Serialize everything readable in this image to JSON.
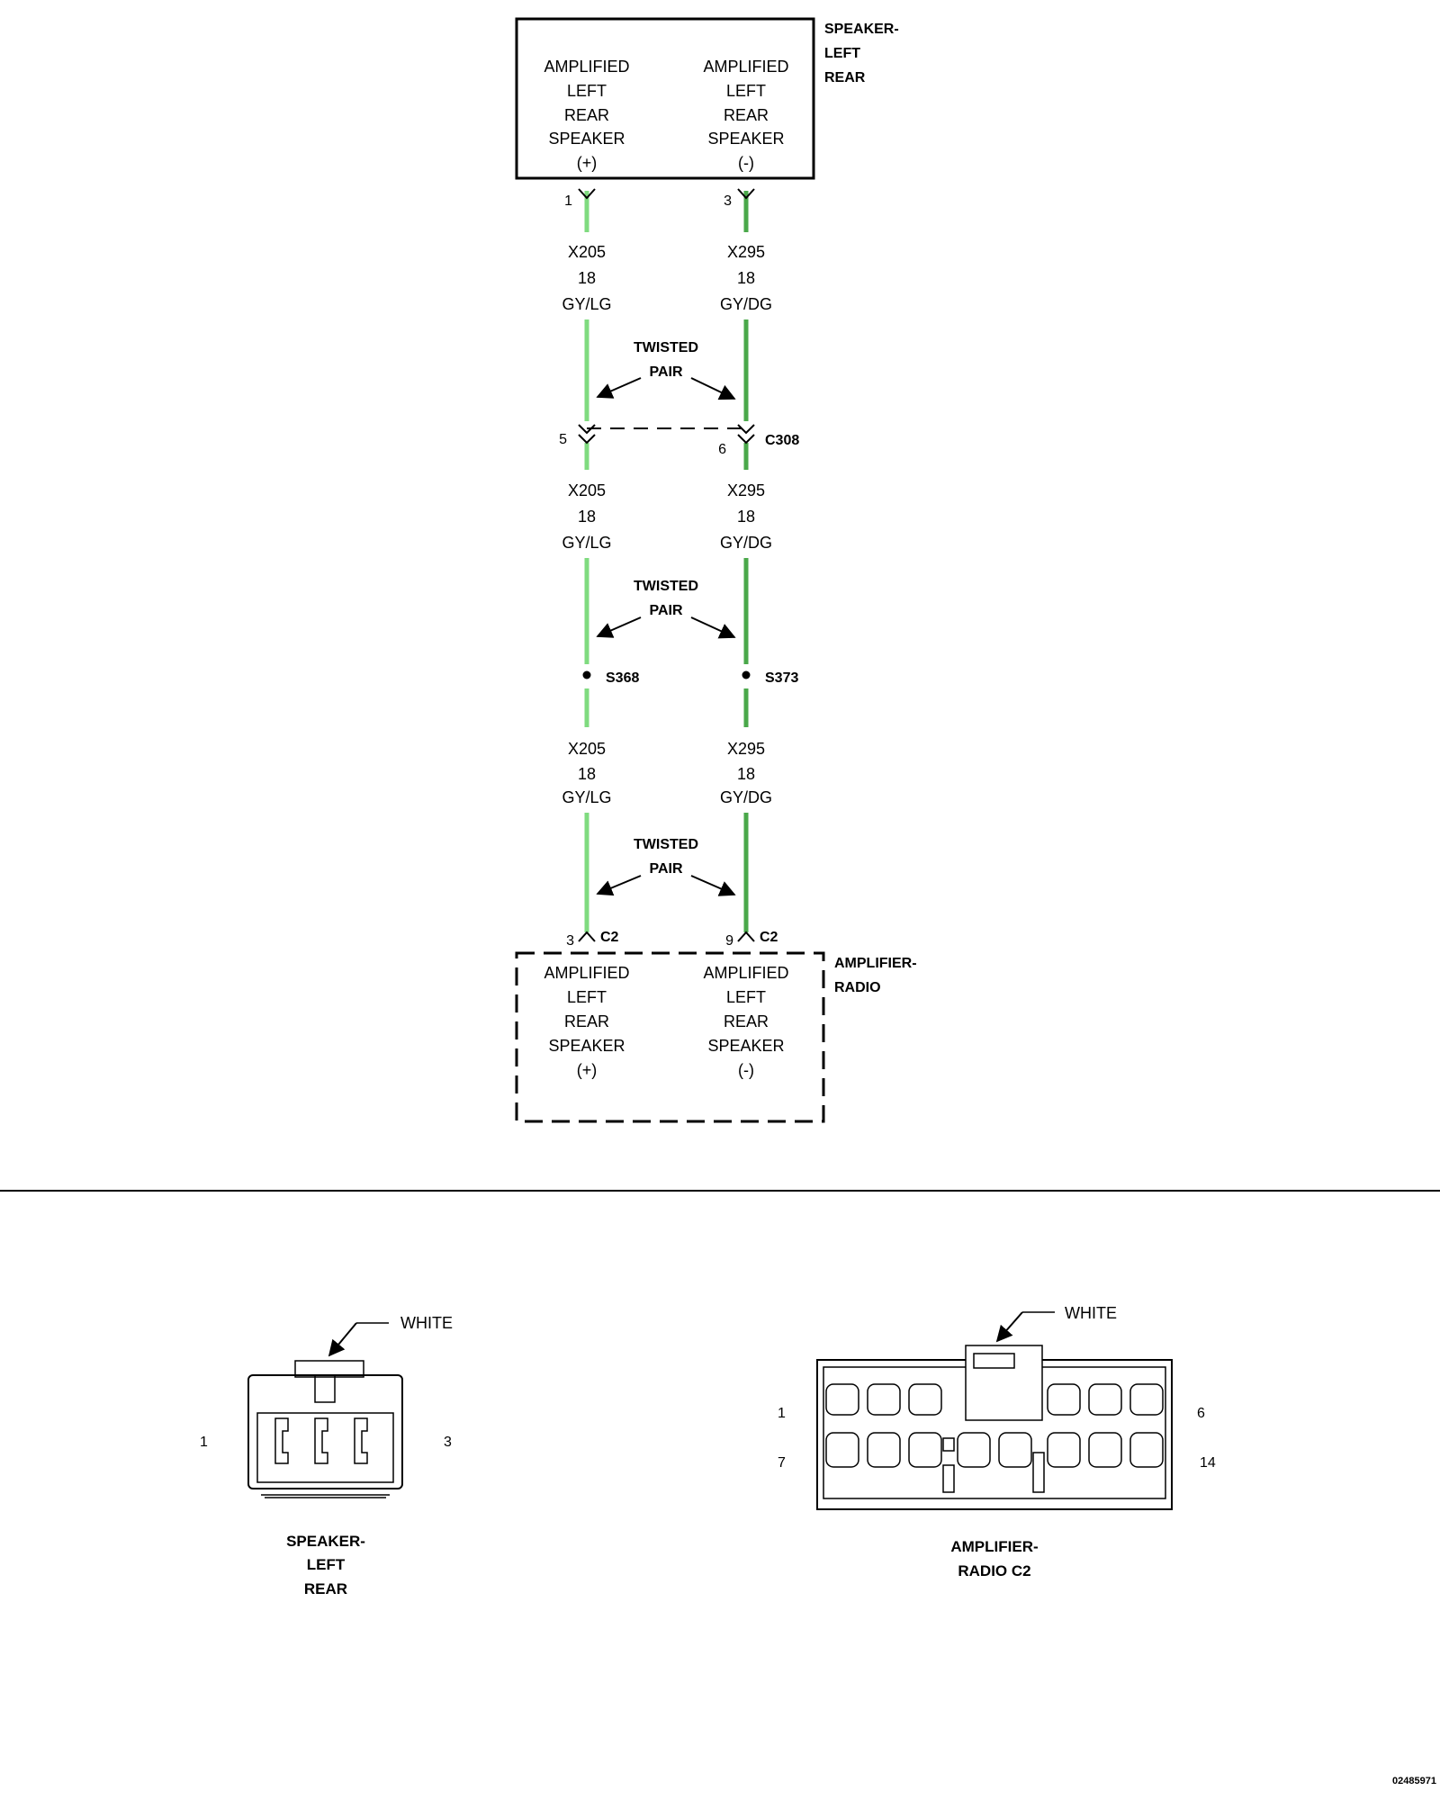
{
  "speaker_module": {
    "title": [
      "SPEAKER-",
      "LEFT",
      "REAR"
    ],
    "left_function": [
      "AMPLIFIED",
      "LEFT",
      "REAR",
      "SPEAKER",
      "(+)"
    ],
    "right_function": [
      "AMPLIFIED",
      "LEFT",
      "REAR",
      "SPEAKER",
      "(-)"
    ],
    "left_pin": "1",
    "right_pin": "3"
  },
  "amplifier_module": {
    "title": [
      "AMPLIFIER-",
      "RADIO"
    ],
    "left_function": [
      "AMPLIFIED",
      "LEFT",
      "REAR",
      "SPEAKER",
      "(+)"
    ],
    "right_function": [
      "AMPLIFIED",
      "LEFT",
      "REAR",
      "SPEAKER",
      "(-)"
    ],
    "left_pin": "3",
    "right_pin": "9",
    "connector": "C2"
  },
  "wires": {
    "left": {
      "circuit": "X205",
      "gauge": "18",
      "color_code": "GY/LG",
      "color": "#7fdb7f"
    },
    "right": {
      "circuit": "X295",
      "gauge": "18",
      "color_code": "GY/DG",
      "color": "#4aa84a"
    }
  },
  "twisted_pair_label": [
    "TWISTED",
    "PAIR"
  ],
  "inline_connector": {
    "name": "C308",
    "left_pin": "5",
    "right_pin": "6"
  },
  "splices": {
    "left": "S368",
    "right": "S373"
  },
  "connector_views": {
    "speaker": {
      "caption": [
        "SPEAKER-",
        "LEFT",
        "REAR"
      ],
      "color_label": "WHITE",
      "pin_left": "1",
      "pin_right": "3"
    },
    "amplifier": {
      "caption": [
        "AMPLIFIER-",
        "RADIO C2"
      ],
      "color_label": "WHITE",
      "pin_top_left": "1",
      "pin_top_right": "6",
      "pin_bottom_left": "7",
      "pin_bottom_right": "14"
    }
  },
  "figure_id": "02485971"
}
